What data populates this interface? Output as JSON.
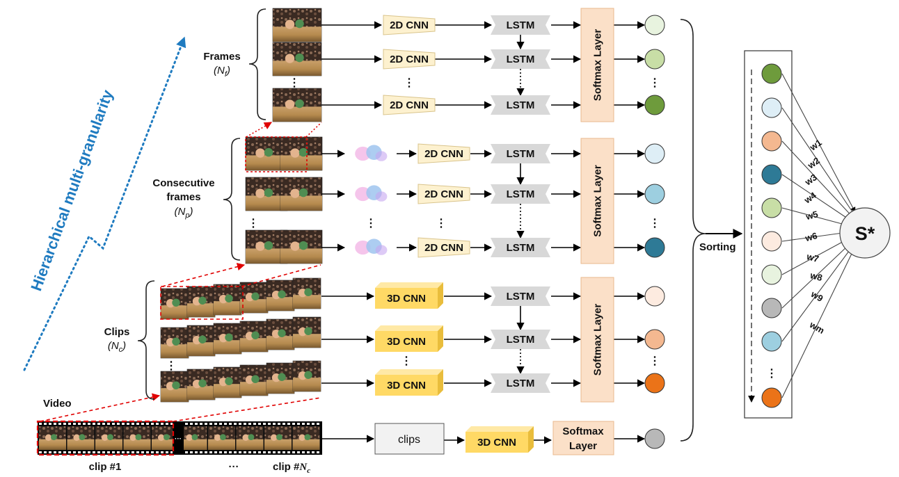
{
  "colors": {
    "cnn2d_fill": "#fdf1cf",
    "cnn2d_stroke": "#d9c48c",
    "cnn3d_front": "#ffd965",
    "cnn3d_top": "#ffe9a6",
    "cnn3d_side": "#e9bd3c",
    "lstm_fill": "#d8d8d8",
    "softmax_fill": "#fbe0c8",
    "softmax_stroke": "#e9b98e",
    "clips_box_fill": "#f2f2f2",
    "hierarchy_arrow": "#1f7bc0",
    "red_dashed": "#e00000"
  },
  "hierarchy": {
    "label": "Hierarchical multi-granularity"
  },
  "levels": {
    "frames": {
      "label": "Frames",
      "symbol": "N",
      "subscript": "f"
    },
    "consecutive": {
      "label_line1": "Consecutive",
      "label_line2": "frames",
      "symbol": "N",
      "subscript": "p"
    },
    "clips": {
      "label": "Clips",
      "symbol": "N",
      "subscript": "c"
    },
    "video": {
      "label": "Video"
    }
  },
  "blocks": {
    "cnn2d": "2D CNN",
    "cnn3d": "3D CNN",
    "lstm": "LSTM",
    "softmax": "Softmax Layer",
    "softmax_line1": "Softmax",
    "softmax_line2": "Layer",
    "clips_box": "clips"
  },
  "ellipsis": "⋮",
  "ellipsis_h": "···",
  "video_strip": {
    "clip1": "clip #1",
    "clipN": "clip #",
    "clipN_symbol": "N",
    "clipN_sub": "c"
  },
  "sorting": {
    "label": "Sorting"
  },
  "score": {
    "label": "S*"
  },
  "circles": {
    "frames": [
      "#e8f3df",
      "#c8dea6",
      "#6e9b3c"
    ],
    "consecutive": [
      "#deeef6",
      "#9dcfe0",
      "#2e7a96"
    ],
    "clips": [
      "#fdebe0",
      "#f4b890",
      "#eb7318"
    ],
    "video": "#b8b8b8"
  },
  "sorted": {
    "circles": [
      "#6e9b3c",
      "#deeef6",
      "#f4b890",
      "#2e7a96",
      "#c8dea6",
      "#fdebe0",
      "#e8f3df",
      "#b8b8b8",
      "#9dcfe0",
      "#eb7318"
    ],
    "weights": [
      "w1",
      "w2",
      "w3",
      "w4",
      "w5",
      "w6",
      "w7",
      "w8",
      "w9",
      "wm"
    ]
  }
}
